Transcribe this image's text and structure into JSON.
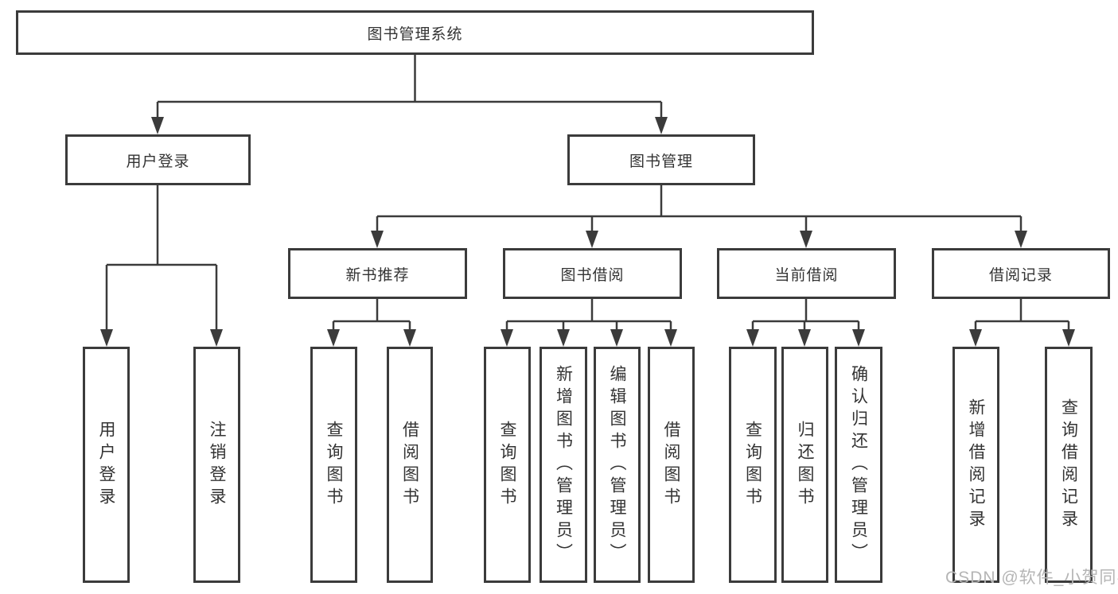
{
  "tree": {
    "root": {
      "label": "图书管理系统"
    },
    "branches": [
      {
        "label": "用户登录",
        "children": [
          {
            "label": "用户登录"
          },
          {
            "label": "注销登录"
          }
        ]
      },
      {
        "label": "图书管理",
        "children": [
          {
            "label": "新书推荐",
            "children": [
              {
                "label": "查询图书"
              },
              {
                "label": "借阅图书"
              }
            ]
          },
          {
            "label": "图书借阅",
            "children": [
              {
                "label": "查询图书"
              },
              {
                "label": "新增图书（管理员）"
              },
              {
                "label": "编辑图书（管理员）"
              },
              {
                "label": "借阅图书"
              }
            ]
          },
          {
            "label": "当前借阅",
            "children": [
              {
                "label": "查询图书"
              },
              {
                "label": "归还图书"
              },
              {
                "label": "确认归还（管理员）"
              }
            ]
          },
          {
            "label": "借阅记录",
            "children": [
              {
                "label": "新增借阅记录"
              },
              {
                "label": "查询借阅记录"
              }
            ]
          }
        ]
      }
    ]
  },
  "watermark": {
    "text": "CSDN @软件_小贺同学",
    "color": "#b5b5b5"
  },
  "colors": {
    "line": "#3b3b3b",
    "text": "#333333",
    "box_bg": "#ffffff"
  }
}
